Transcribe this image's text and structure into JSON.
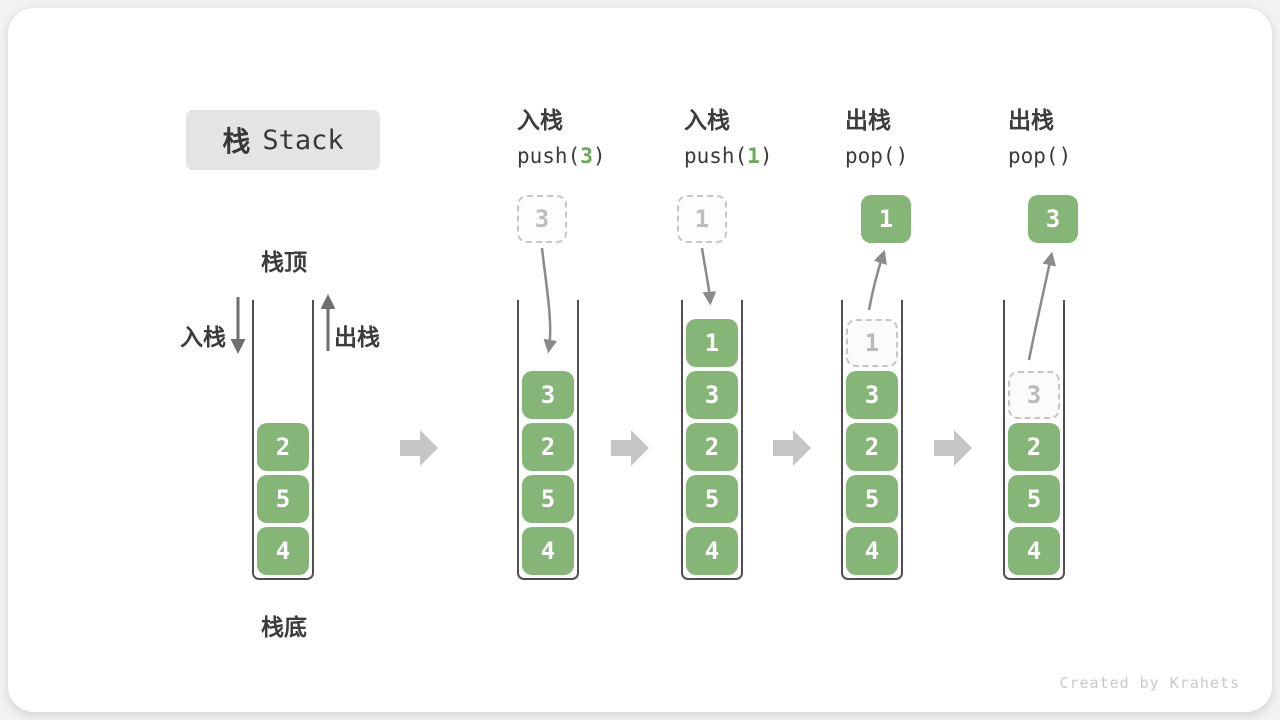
{
  "title": {
    "zh": "栈",
    "en": "Stack"
  },
  "side_labels": {
    "stack_top": "栈顶",
    "stack_bottom": "栈底",
    "push_side": "入栈",
    "pop_side": "出栈"
  },
  "operations": [
    {
      "line1": "入栈",
      "code_prefix": "push(",
      "code_arg": "3",
      "code_suffix": ")"
    },
    {
      "line1": "入栈",
      "code_prefix": "push(",
      "code_arg": "1",
      "code_suffix": ")"
    },
    {
      "line1": "出栈",
      "code_prefix": "pop(",
      "code_arg": "",
      "code_suffix": ")"
    },
    {
      "line1": "出栈",
      "code_prefix": "pop(",
      "code_arg": "",
      "code_suffix": ")"
    }
  ],
  "stacks": [
    {
      "name": "initial",
      "cells": [
        "2",
        "5",
        "4"
      ]
    },
    {
      "name": "after-push-3",
      "incoming": "3",
      "cells": [
        "3",
        "2",
        "5",
        "4"
      ]
    },
    {
      "name": "after-push-1",
      "incoming": "1",
      "cells": [
        "1",
        "3",
        "2",
        "5",
        "4"
      ]
    },
    {
      "name": "after-pop-1",
      "popped": "1",
      "ghost": "1",
      "cells": [
        "3",
        "2",
        "5",
        "4"
      ]
    },
    {
      "name": "after-pop-3",
      "popped": "3",
      "ghost": "3",
      "cells": [
        "2",
        "5",
        "4"
      ]
    }
  ],
  "colors": {
    "cell_green": "#86b578",
    "arg_green": "#67a957",
    "ghost_grey": "#c6c6c6",
    "step_arrow_grey": "#c5c5c5",
    "curve_arrow_grey": "#8a8a8a",
    "badge_grey": "#e4e4e4"
  },
  "footer": {
    "credit": "Created by Krahets"
  }
}
